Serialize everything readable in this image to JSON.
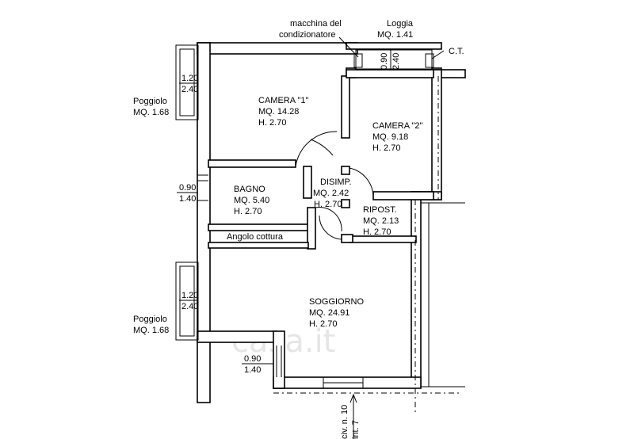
{
  "rooms": {
    "camera1": {
      "name": "CAMERA \"1\"",
      "area": "MQ. 14.28",
      "height": "H. 2.70"
    },
    "camera2": {
      "name": "CAMERA \"2\"",
      "area": "MQ. 9.18",
      "height": "H. 2.70"
    },
    "bagno": {
      "name": "BAGNO",
      "area": "MQ. 5.40",
      "height": "H. 2.70"
    },
    "disimp": {
      "name": "DISIMP.",
      "area": "MQ. 2.42",
      "height": "H. 2.70"
    },
    "ripost": {
      "name": "RIPOST.",
      "area": "MQ. 2.13",
      "height": "H. 2.70"
    },
    "soggiorno": {
      "name": "SOGGIORNO",
      "area": "MQ. 24.91",
      "height": "H. 2.70"
    }
  },
  "labels": {
    "angolo_cottura": "Angolo cottura",
    "macchina_1": "macchina del",
    "macchina_2": "condizionatore",
    "loggia_name": "Loggia",
    "loggia_area": "MQ. 1.41",
    "ct": "C.T.",
    "poggiolo_top_name": "Poggiolo",
    "poggiolo_top_area": "MQ. 1.68",
    "poggiolo_bot_name": "Poggiolo",
    "poggiolo_bot_area": "MQ. 1.68",
    "civ_line1": "civ. n. 10",
    "civ_line2": "int. 7",
    "watermark": "casa.it"
  },
  "openings": {
    "poggiolo_top_w": "1.20",
    "poggiolo_top_h": "2.40",
    "bagno_win_w": "0.90",
    "bagno_win_h": "1.40",
    "poggiolo_bot_w": "1.20",
    "poggiolo_bot_h": "2.40",
    "sogg_win_w": "0.90",
    "sogg_win_h": "1.40",
    "loggia_w": "0.90",
    "loggia_h": "2.40"
  }
}
